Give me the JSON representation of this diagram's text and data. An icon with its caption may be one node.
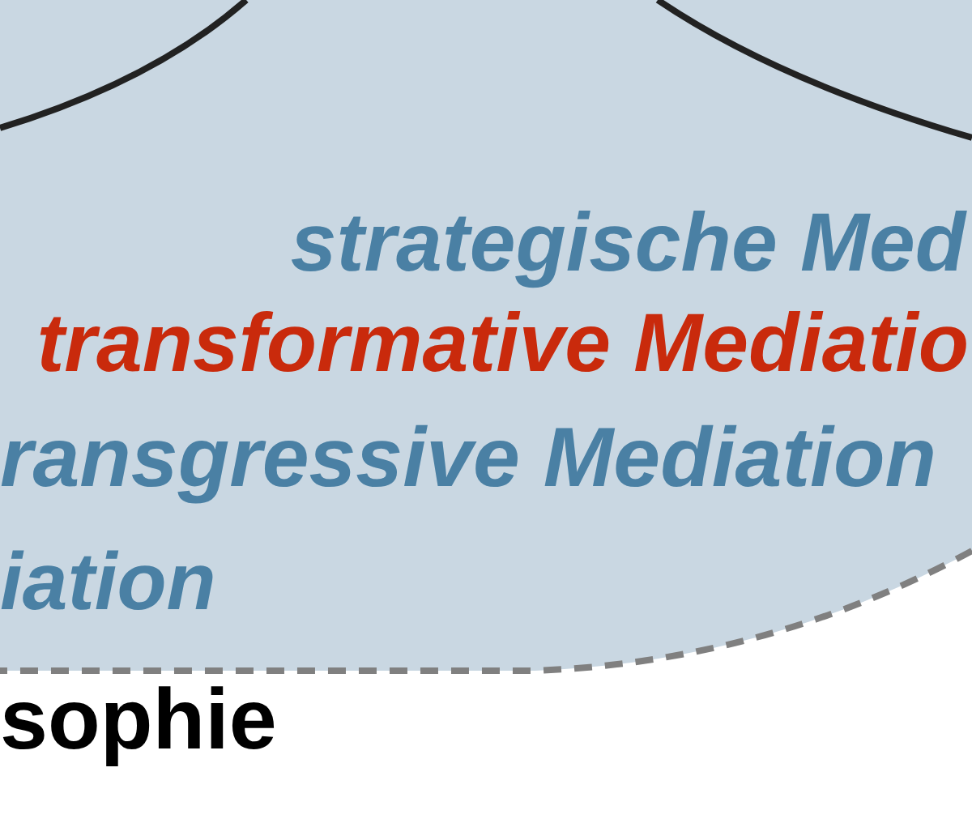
{
  "diagram": {
    "nodes": [
      {
        "text": [
          "strategische Med",
          "transformative Mediatio",
          "ransgressive Mediation",
          "iation",
          "sophie"
        ]
      },
      {
        "text": [],
        "shape": "circle",
        "in": 0
      },
      {
        "text": [],
        "shape": "circle",
        "in": 0
      }
    ]
  }
}
